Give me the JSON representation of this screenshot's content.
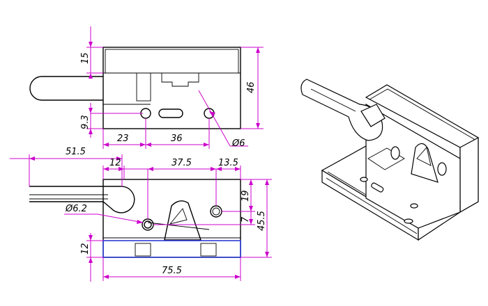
{
  "dimensions": {
    "top_height_upper": "15",
    "top_total_height": "46",
    "top_hole_offset": "9.3",
    "top_left_width": "23",
    "top_hole_spacing": "36",
    "top_hole_dia": "Ø6",
    "front_handle_len": "51.5",
    "front_handle_w": "12",
    "front_hole_span": "37.5",
    "front_right_offset": "13.5",
    "front_hole_dia": "Ø6.2",
    "front_hole_h1": "19",
    "front_hole_h2": "7",
    "front_total_h": "45.5",
    "front_base_h": "12",
    "front_total_w": "75.5"
  },
  "colors": {
    "dimension": "#cc00cc",
    "outline": "#000000",
    "base_plate": "#2b3bd6"
  }
}
